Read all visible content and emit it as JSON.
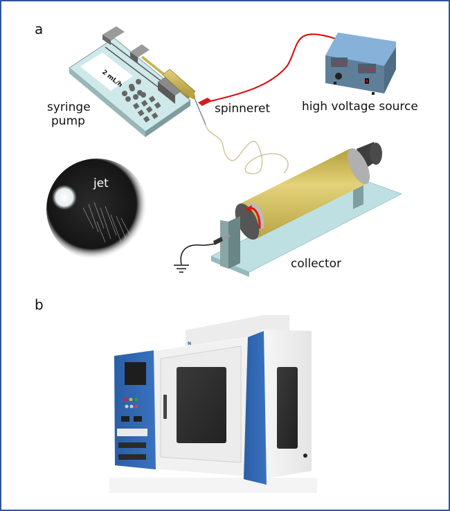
{
  "figure": {
    "panel_a": {
      "label": "a",
      "components": {
        "syringe_pump": {
          "label_line1": "syringe",
          "label_line2": "pump",
          "display_text": "2 mL/h"
        },
        "spinneret": {
          "label": "spinneret"
        },
        "high_voltage_source": {
          "label": "high voltage source",
          "voltage_readout": "12 kV",
          "current_readout": "0 mA"
        },
        "jet": {
          "label": "jet"
        },
        "collector": {
          "label": "collector"
        },
        "ground": {
          "symbol": "ground-icon"
        }
      },
      "colors": {
        "wire": "#e00000",
        "pump_body": "#cfe9ea",
        "drum": "#d9c56a",
        "base_plate": "#bfe0e2",
        "hv_box": "#6f9cc5"
      }
    },
    "panel_b": {
      "label": "b",
      "description": "electrospinning machine photo",
      "colors": {
        "accent_blue": "#2f62a8",
        "body_white": "#f1f1f1"
      }
    },
    "border_color": "#2f5597"
  }
}
